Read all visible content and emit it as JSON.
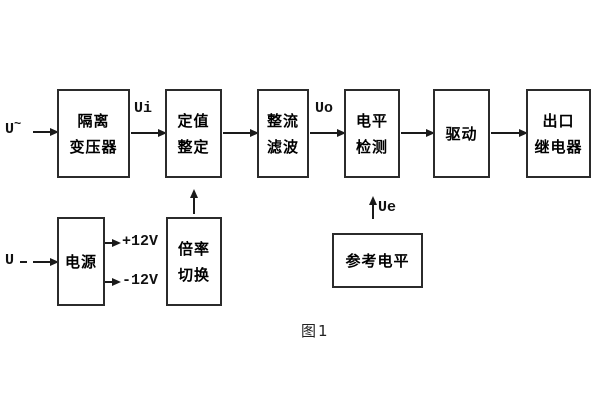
{
  "figure": {
    "caption": "图1"
  },
  "colors": {
    "line": "#1a1a1a",
    "background": "#ffffff",
    "text": "#000000"
  },
  "blocks": {
    "isolation_transformer": {
      "line1": "隔离",
      "line2": "变压器"
    },
    "value_setting": {
      "line1": "定值",
      "line2": "整定"
    },
    "rectify_filter": {
      "line1": "整流",
      "line2": "滤波"
    },
    "level_detect": {
      "line1": "电平",
      "line2": "检测"
    },
    "drive": {
      "line1": "驱动"
    },
    "output_relay": {
      "line1": "出口",
      "line2": "继电器"
    },
    "power_supply": {
      "line1": "电源"
    },
    "ratio_switch": {
      "line1": "倍率",
      "line2": "切换"
    },
    "reference_level": {
      "line1": "参考电平"
    }
  },
  "signals": {
    "ac_input": {
      "base": "U",
      "sup": "~"
    },
    "dc_input": "U",
    "ui": "Ui",
    "uo": "Uo",
    "ue": "Ue",
    "plus12": "+12V",
    "minus12": "-12V"
  }
}
